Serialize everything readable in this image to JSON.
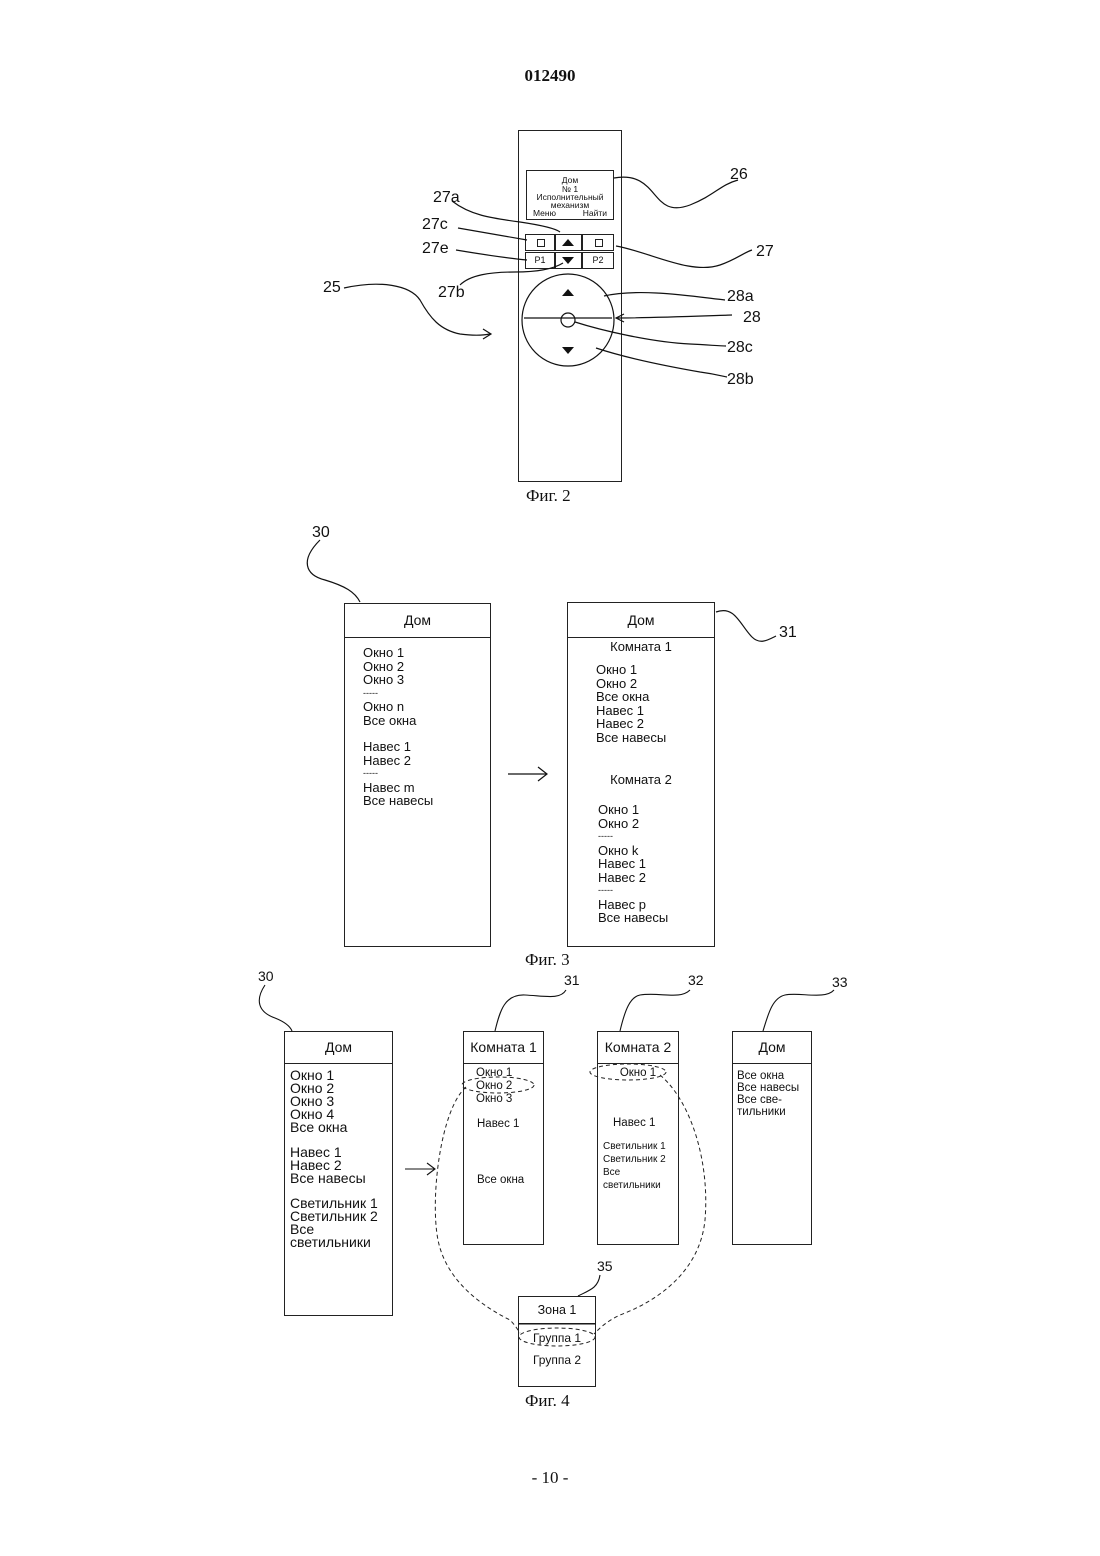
{
  "page": {
    "number_top": "012490",
    "number_bottom": "- 10 -"
  },
  "fig2": {
    "caption": "Фиг. 2",
    "screen": {
      "line1": "Дом",
      "line2": "№ 1",
      "line3": "Исполнительный",
      "line4": "механизм",
      "left_soft": "Меню",
      "right_soft": "Найти"
    },
    "buttons": {
      "p1": "P1",
      "p2": "P2"
    },
    "labels": {
      "l25": "25",
      "l26": "26",
      "l27": "27",
      "l27a": "27a",
      "l27b": "27b",
      "l27c": "27c",
      "l27e": "27e",
      "l28": "28",
      "l28a": "28a",
      "l28b": "28b",
      "l28c": "28c"
    }
  },
  "fig3": {
    "caption": "Фиг. 3",
    "label_left": "30",
    "label_right": "31",
    "left_panel": {
      "title": "Дом",
      "items": [
        "Окно 1",
        "Окно 2",
        "Окно 3",
        "-----",
        "Окно n",
        "Все окна",
        "",
        "Навес 1",
        "Навес 2",
        "-----",
        "Навес m",
        "Все навесы"
      ]
    },
    "right_panel": {
      "title": "Дом",
      "room1": {
        "title": "Комната 1",
        "items": [
          "Окно 1",
          "Окно 2",
          "Все окна",
          "Навес 1",
          "Навес 2",
          "Все навесы"
        ]
      },
      "room2": {
        "title": "Комната 2",
        "items": [
          "Окно 1",
          "Окно 2",
          "-----",
          "Окно k",
          "Навес 1",
          "Навес 2",
          "-----",
          "Навес p",
          "Все навесы"
        ]
      }
    }
  },
  "fig4": {
    "caption": "Фиг. 4",
    "labels": {
      "l30": "30",
      "l31": "31",
      "l32": "32",
      "l33": "33",
      "l35": "35"
    },
    "home": {
      "title": "Дом",
      "items": [
        "Окно 1",
        "Окно 2",
        "Окно 3",
        "Окно 4",
        "Все окна",
        "",
        "Навес 1",
        "Навес 2",
        "Все навесы",
        "",
        "Светильник 1",
        "Светильник 2",
        "Все",
        "светильники"
      ]
    },
    "room1": {
      "title": "Комната 1",
      "windows": [
        "Окно 1",
        "Окно 2",
        "Окно 3"
      ],
      "awning": "Навес 1",
      "all_windows": "Все окна"
    },
    "room2": {
      "title": "Комната 2",
      "window": "Окно 1",
      "awning": "Навес 1",
      "lights": [
        "Светильник 1",
        "Светильник 2",
        "Все",
        "светильники"
      ]
    },
    "home_all": {
      "title": "Дом",
      "items": [
        "Все окна",
        "Все навесы",
        "Все све-",
        "тильники"
      ]
    },
    "zone": {
      "title": "Зона 1",
      "groups": [
        "Группа 1",
        "Группа 2"
      ]
    }
  }
}
